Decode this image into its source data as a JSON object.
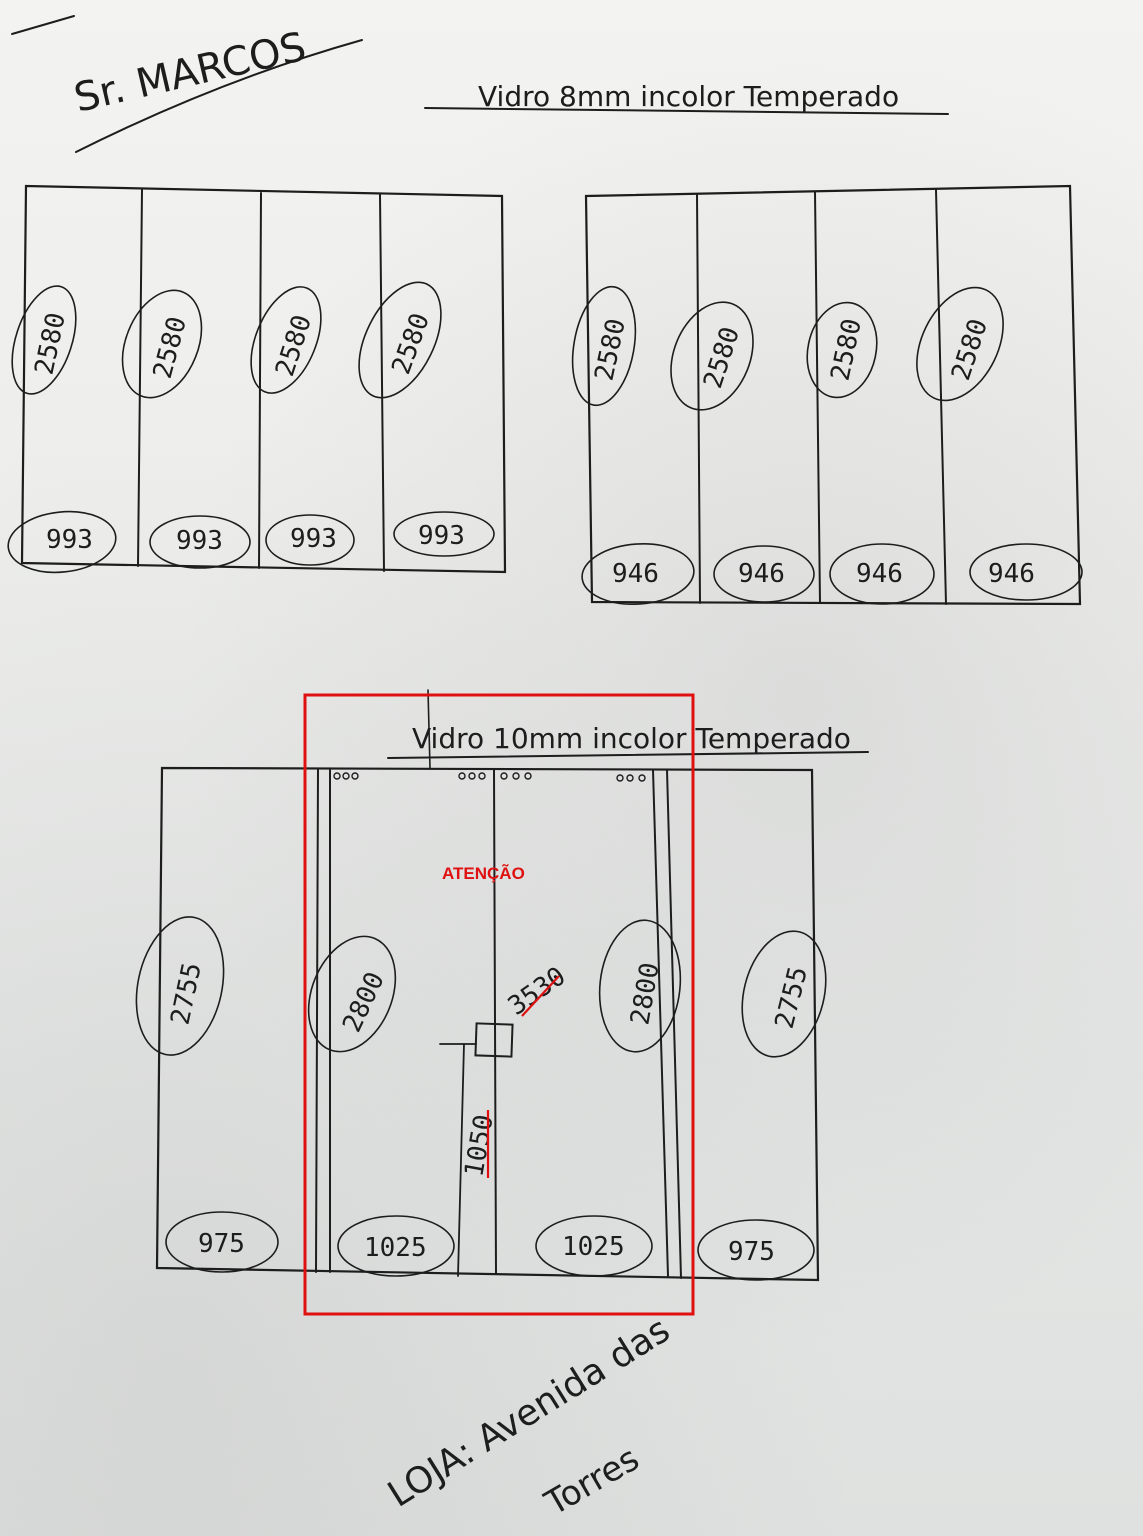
{
  "client_name": "Sr. MARCOS",
  "section_1": {
    "title": "Vidro 8mm incolor Temperado",
    "frame_left": {
      "heights": [
        "2580",
        "2580",
        "2580",
        "2580"
      ],
      "widths": [
        "993",
        "993",
        "993",
        "993"
      ]
    },
    "frame_right": {
      "heights": [
        "2580",
        "2580",
        "2580",
        "2580"
      ],
      "widths": [
        "946",
        "946",
        "946",
        "946"
      ]
    }
  },
  "section_2": {
    "title": "Vidro 10mm incolor Temperado",
    "heights": [
      "2755",
      "2800",
      "2800",
      "2755"
    ],
    "widths": [
      "975",
      "1025",
      "1025",
      "975"
    ],
    "handle_height": "1050",
    "handle_length": "3530",
    "attention_label": "ATENÇÃO",
    "highlight_color": "#e01010"
  },
  "footer": {
    "store_line_1": "LOJA: Avenida das",
    "store_line_2": "Torres"
  }
}
